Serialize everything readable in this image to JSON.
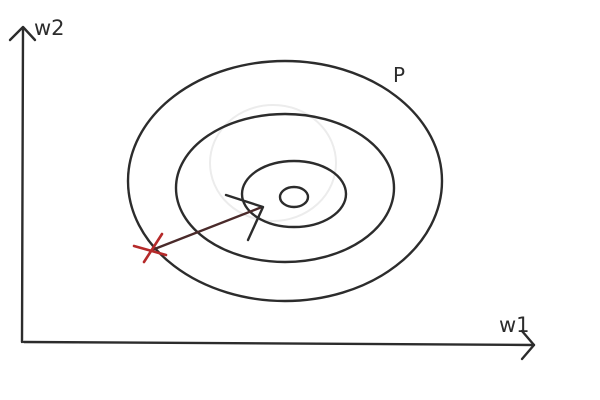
{
  "diagram": {
    "y_axis_label": "w2",
    "x_axis_label": "w1",
    "contour_label": "P",
    "colors": {
      "ink": "#2c2c2c",
      "start_marker": "#b52a2a",
      "arrow": "#4a2a2a",
      "faint_circle": "#e8e8e8"
    },
    "contour_count": 4,
    "icons": {
      "start_marker": "x-mark-icon",
      "step_arrow": "arrow-icon"
    }
  }
}
